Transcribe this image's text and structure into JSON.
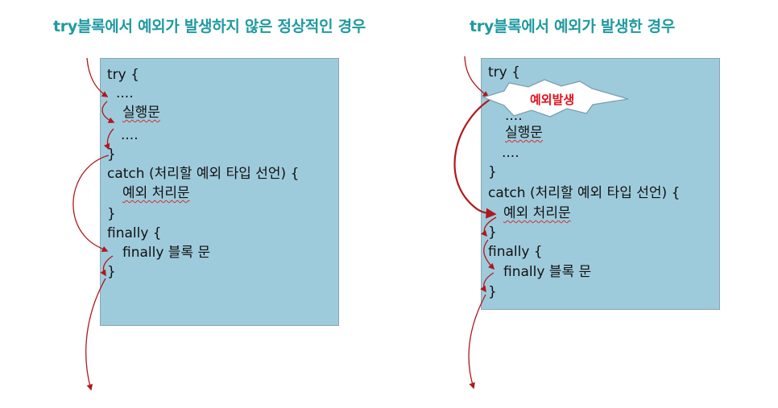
{
  "left": {
    "title": "try블록에서 예외가 발생하지 않은 정상적인 경우",
    "lines": [
      "try {",
      "....",
      "실행문",
      "....",
      "}",
      "catch (처리할 예외 타입 선언) {",
      "예외 처리문",
      "}",
      "finally {",
      "finally 블록 문",
      "}"
    ]
  },
  "right": {
    "title": "try블록에서 예외가 발생한 경우",
    "burst": "예외발생",
    "lines": [
      "try {",
      "....",
      "실행문",
      "....",
      "}",
      "catch (처리할 예외 타입 선언) {",
      "예외 처리문",
      "}",
      "finally {",
      "finally 블록 문",
      "}"
    ]
  },
  "colors": {
    "title": "#1f9aa0",
    "box": "#9ecbdc",
    "arrow": "#b0181e",
    "burst_text": "#e0101a"
  }
}
